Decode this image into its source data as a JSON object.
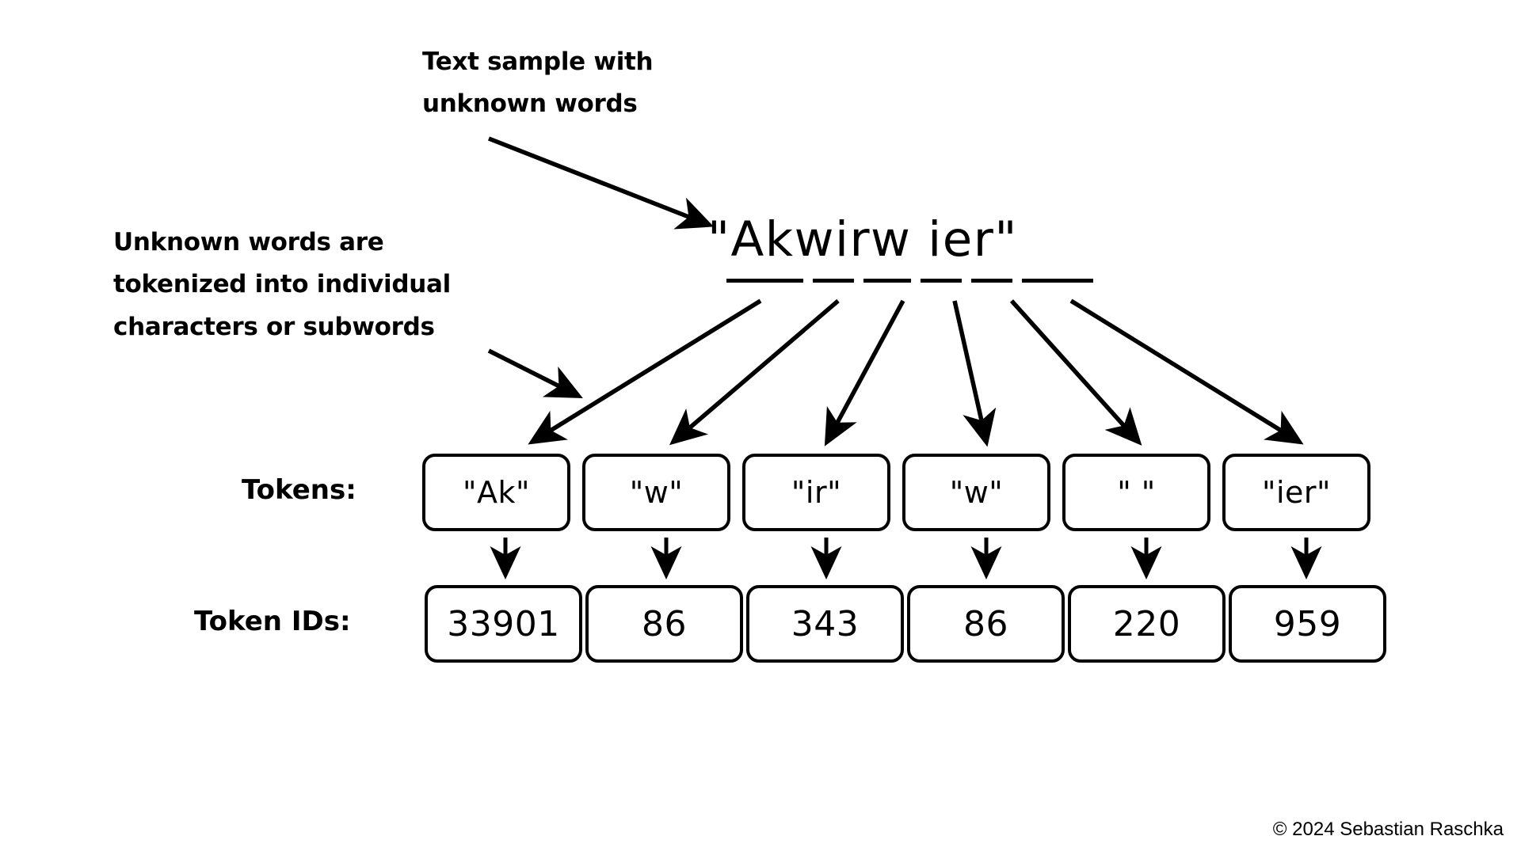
{
  "annotations": {
    "top_note": "Text sample with\nunknown words",
    "left_note": "Unknown words are\ntokenized into individual\ncharacters or subwords"
  },
  "text_sample": {
    "value": "\"Akwirw ier\"",
    "segment_count": 6
  },
  "rows": {
    "tokens_label": "Tokens:",
    "token_ids_label": "Token IDs:"
  },
  "tokens": [
    {
      "token": "\"Ak\"",
      "id": "33901"
    },
    {
      "token": "\"w\"",
      "id": "86"
    },
    {
      "token": "\"ir\"",
      "id": "343"
    },
    {
      "token": "\"w\"",
      "id": "86"
    },
    {
      "token": "\" \"",
      "id": "220"
    },
    {
      "token": "\"ier\"",
      "id": "959"
    }
  ],
  "footer": {
    "copyright": "© 2024 Sebastian Raschka"
  },
  "colors": {
    "background": "#ffffff",
    "ink": "#000000"
  }
}
